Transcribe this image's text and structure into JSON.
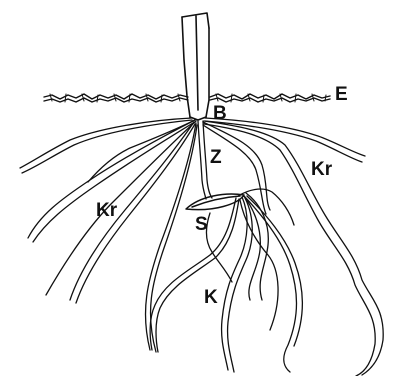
{
  "labels": {
    "e": "E",
    "b": "B",
    "z": "Z",
    "kr_right": "Kr",
    "kr_left": "Kr",
    "s": "S",
    "k": "K"
  },
  "colors": {
    "ink": "#111111",
    "background": "#ffffff"
  }
}
